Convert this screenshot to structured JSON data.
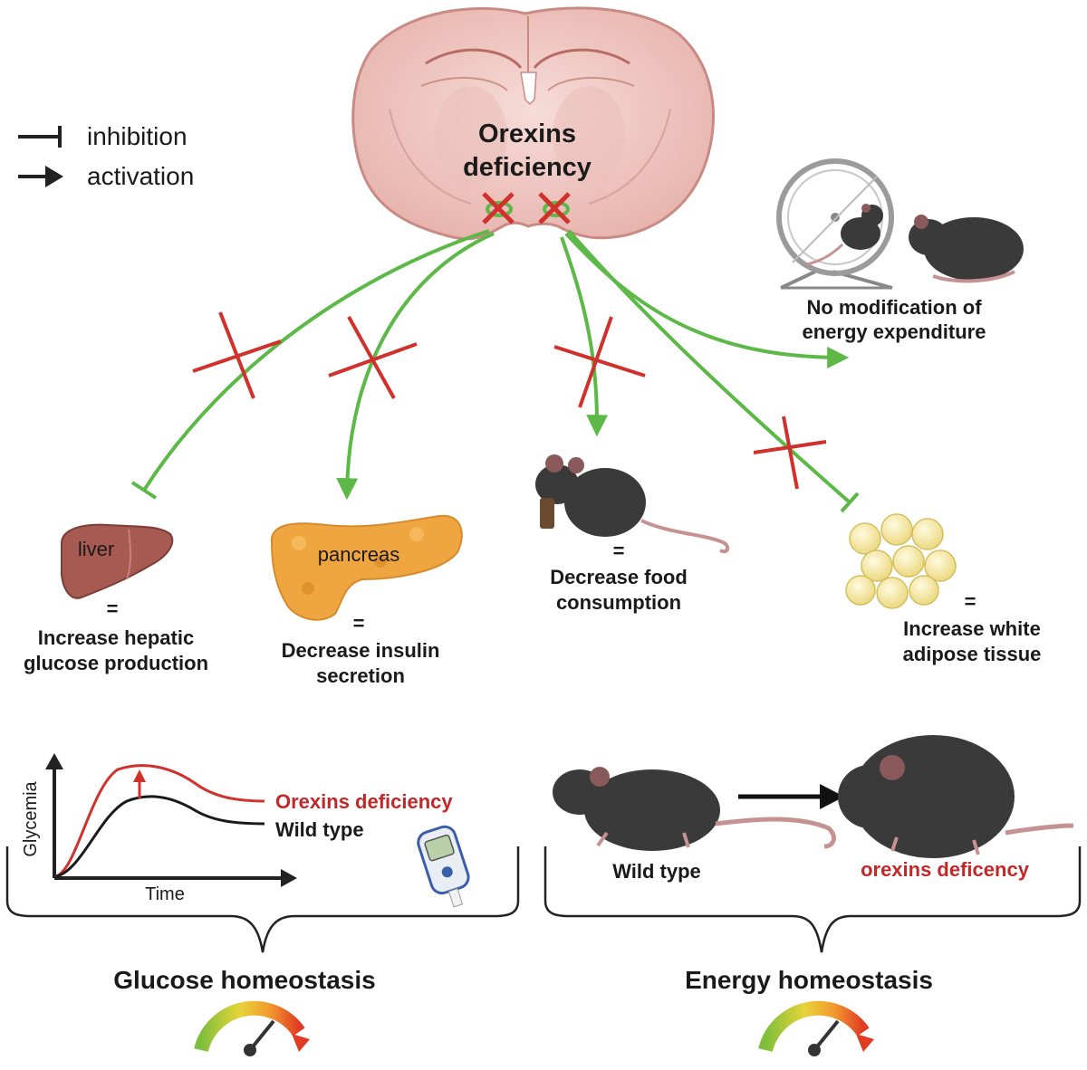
{
  "legend": {
    "inhibition": "inhibition",
    "activation": "activation"
  },
  "brain": {
    "title_line1": "Orexins",
    "title_line2": "deficiency"
  },
  "energy_expenditure": {
    "line1": "No modification of",
    "line2": "energy expenditure"
  },
  "liver": {
    "label": "liver",
    "eq": "=",
    "line1": "Increase hepatic",
    "line2": "glucose production"
  },
  "pancreas": {
    "label": "pancreas",
    "eq": "=",
    "line1": "Decrease insulin",
    "line2": "secretion"
  },
  "food": {
    "eq": "=",
    "line1": "Decrease food",
    "line2": "consumption"
  },
  "adipose": {
    "eq": "=",
    "line1": "Increase white",
    "line2": "adipose tissue"
  },
  "glucose_panel": {
    "ylabel": "Glycemia",
    "xlabel": "Time",
    "series_deficiency": "Orexins deficiency",
    "series_wildtype": "Wild type",
    "title": "Glucose homeostasis"
  },
  "energy_panel": {
    "wildtype_label": "Wild type",
    "deficiency_label": "orexins deficency",
    "title": "Energy homeostasis"
  },
  "colors": {
    "green_arrow": "#5cb947",
    "red_cross": "#d0312d",
    "brain_fill": "#f0c9c4",
    "liver": "#a65a52",
    "pancreas": "#f0a640",
    "mouse": "#3a3a3a",
    "text_red": "#c0282a"
  }
}
